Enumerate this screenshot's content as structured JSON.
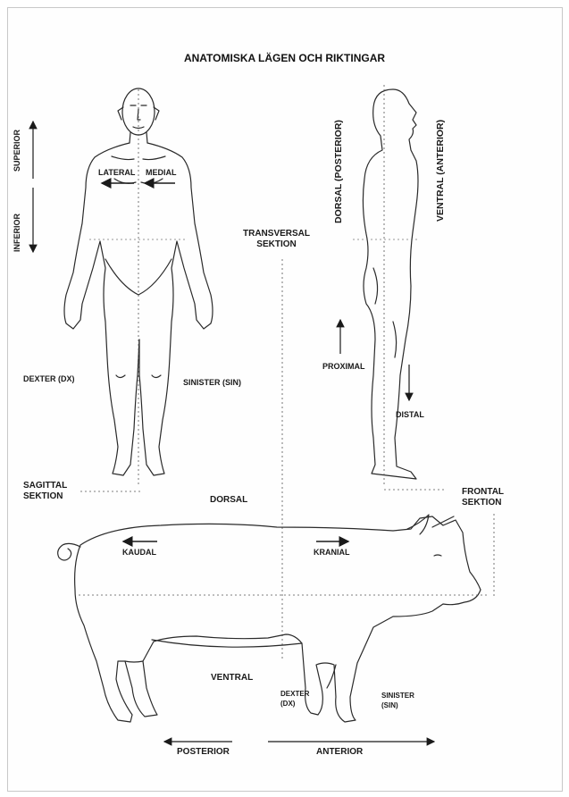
{
  "title": "ANATOMISKA LÄGEN OCH RIKTINGAR",
  "labels": {
    "superior": "SUPERIOR",
    "inferior": "INFERIOR",
    "lateral": "LATERAL",
    "medial": "MEDIAL",
    "dexter": "DEXTER (DX)",
    "sinister": "SINISTER (SIN)",
    "sagittal": "SAGITTAL\nSEKTION",
    "transversal": "TRANSVERSAL\nSEKTION",
    "dorsal_posterior": "DORSAL (POSTERIOR)",
    "ventral_anterior": "VENTRAL (ANTERIOR)",
    "proximal": "PROXIMAL",
    "distal": "DISTAL",
    "frontal": "FRONTAL\nSEKTION",
    "dorsal": "DORSAL",
    "kaudal": "KAUDAL",
    "kranial": "KRANIAL",
    "ventral": "VENTRAL",
    "pig_dexter": "DEXTER\n(DX)",
    "pig_sinister": "SINISTER\n(SIN)",
    "posterior": "POSTERIOR",
    "anterior": "ANTERIOR"
  }
}
